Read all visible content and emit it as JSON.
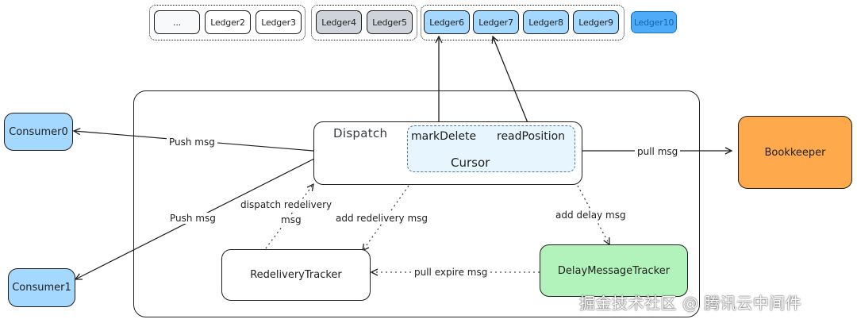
{
  "ledgers": {
    "group1": [
      "...",
      "Ledger2",
      "Ledger3"
    ],
    "group2": [
      "Ledger4",
      "Ledger5"
    ],
    "group3": [
      "Ledger6",
      "Ledger7",
      "Ledger8",
      "Ledger9"
    ],
    "pending": "Ledger10"
  },
  "nodes": {
    "consumer0": "Consumer0",
    "consumer1": "Consumer1",
    "bookkeeper": "Bookkeeper",
    "dispatch": "Dispatch",
    "mark_delete": "markDelete",
    "read_position": "readPosition",
    "cursor": "Cursor",
    "redelivery_tracker": "RedeliveryTracker",
    "delay_tracker": "DelayMessageTracker"
  },
  "edges": {
    "push_msg_0": "Push msg",
    "push_msg_1": "Push msg",
    "pull_msg": "pull msg",
    "dispatch_redelivery_line1": "dispatch redelivery",
    "dispatch_redelivery_line2": "msg",
    "add_redelivery": "add redelivery msg",
    "add_delay": "add delay msg",
    "pull_expire": "pull expire msg"
  },
  "watermark": "掘金技术社区 @ 腾讯云中间件",
  "colors": {
    "ledger_white": "#f8f9fa",
    "ledger_gray": "#ced4da",
    "ledger_blue": "#a5d8ff",
    "ledger_pending": "#4dabf7",
    "consumer": "#a5d8ff",
    "bookkeeper": "#ffa94d",
    "delay_tracker": "#b2f2bb",
    "cursor_area": "#e7f5ff"
  }
}
